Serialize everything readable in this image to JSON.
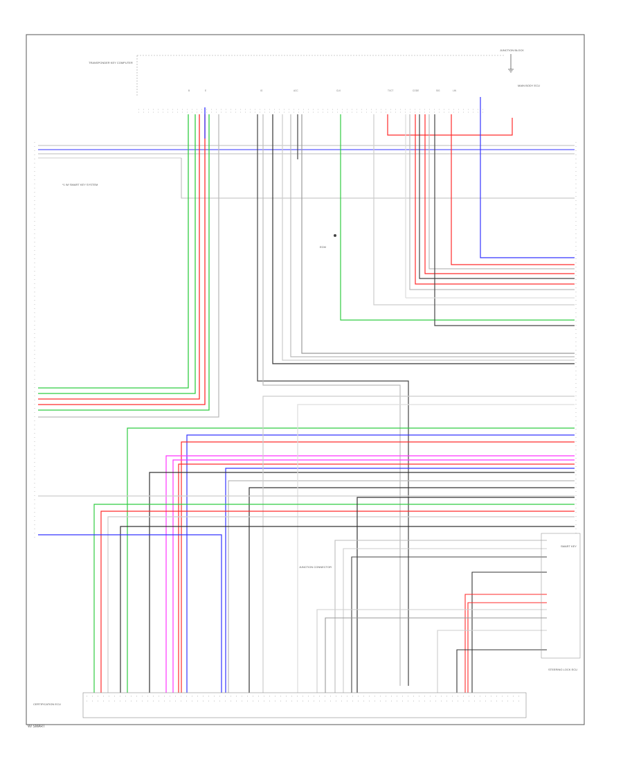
{
  "labels": {
    "top_left_component": "TRANSPONDER KEY COMPUTER",
    "top_right_component": "JUNCTION BLOCK",
    "right_component": "MAIN BODY ECU",
    "mid_note": "*1 W/ SMART KEY SYSTEM",
    "mid_right_component": "ECM",
    "center_connector": "JUNCTION CONNECTOR",
    "bottom_left_component": "CERTIFICATION ECU",
    "bottom_right_component": "STEERING LOCK ECU",
    "corner": "W/ SMART",
    "right_box_title": "SMART KEY",
    "pins": [
      "B",
      "E",
      "IG",
      "ACC",
      "CLK",
      "TXCT",
      "CODE",
      "SIG",
      "LIN"
    ]
  },
  "colors": {
    "frame": "#555555",
    "green": "#2ecc40",
    "red": "#ff2a2a",
    "blue": "#3333ff",
    "magenta": "#ff33ff",
    "black": "#333333",
    "gray": "#aaaaaa",
    "lightgray": "#cccccc"
  }
}
